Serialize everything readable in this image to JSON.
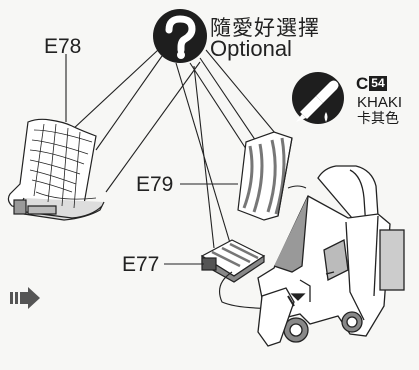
{
  "optional": {
    "cjk": "隨愛好選擇",
    "en": "Optional",
    "icon": "question-mark-icon"
  },
  "paint": {
    "code_letter": "C",
    "code_number": "54",
    "name": "KHAKI",
    "name_cjk": "卡其色",
    "icon": "paint-brush-icon"
  },
  "parts": [
    {
      "id": "E78",
      "label": "E78"
    },
    {
      "id": "E79",
      "label": "E79"
    },
    {
      "id": "E77",
      "label": "E77"
    }
  ],
  "colors": {
    "ink": "#1e1e1e",
    "background": "#f7f7f5",
    "shade": "#6b6b6b"
  }
}
